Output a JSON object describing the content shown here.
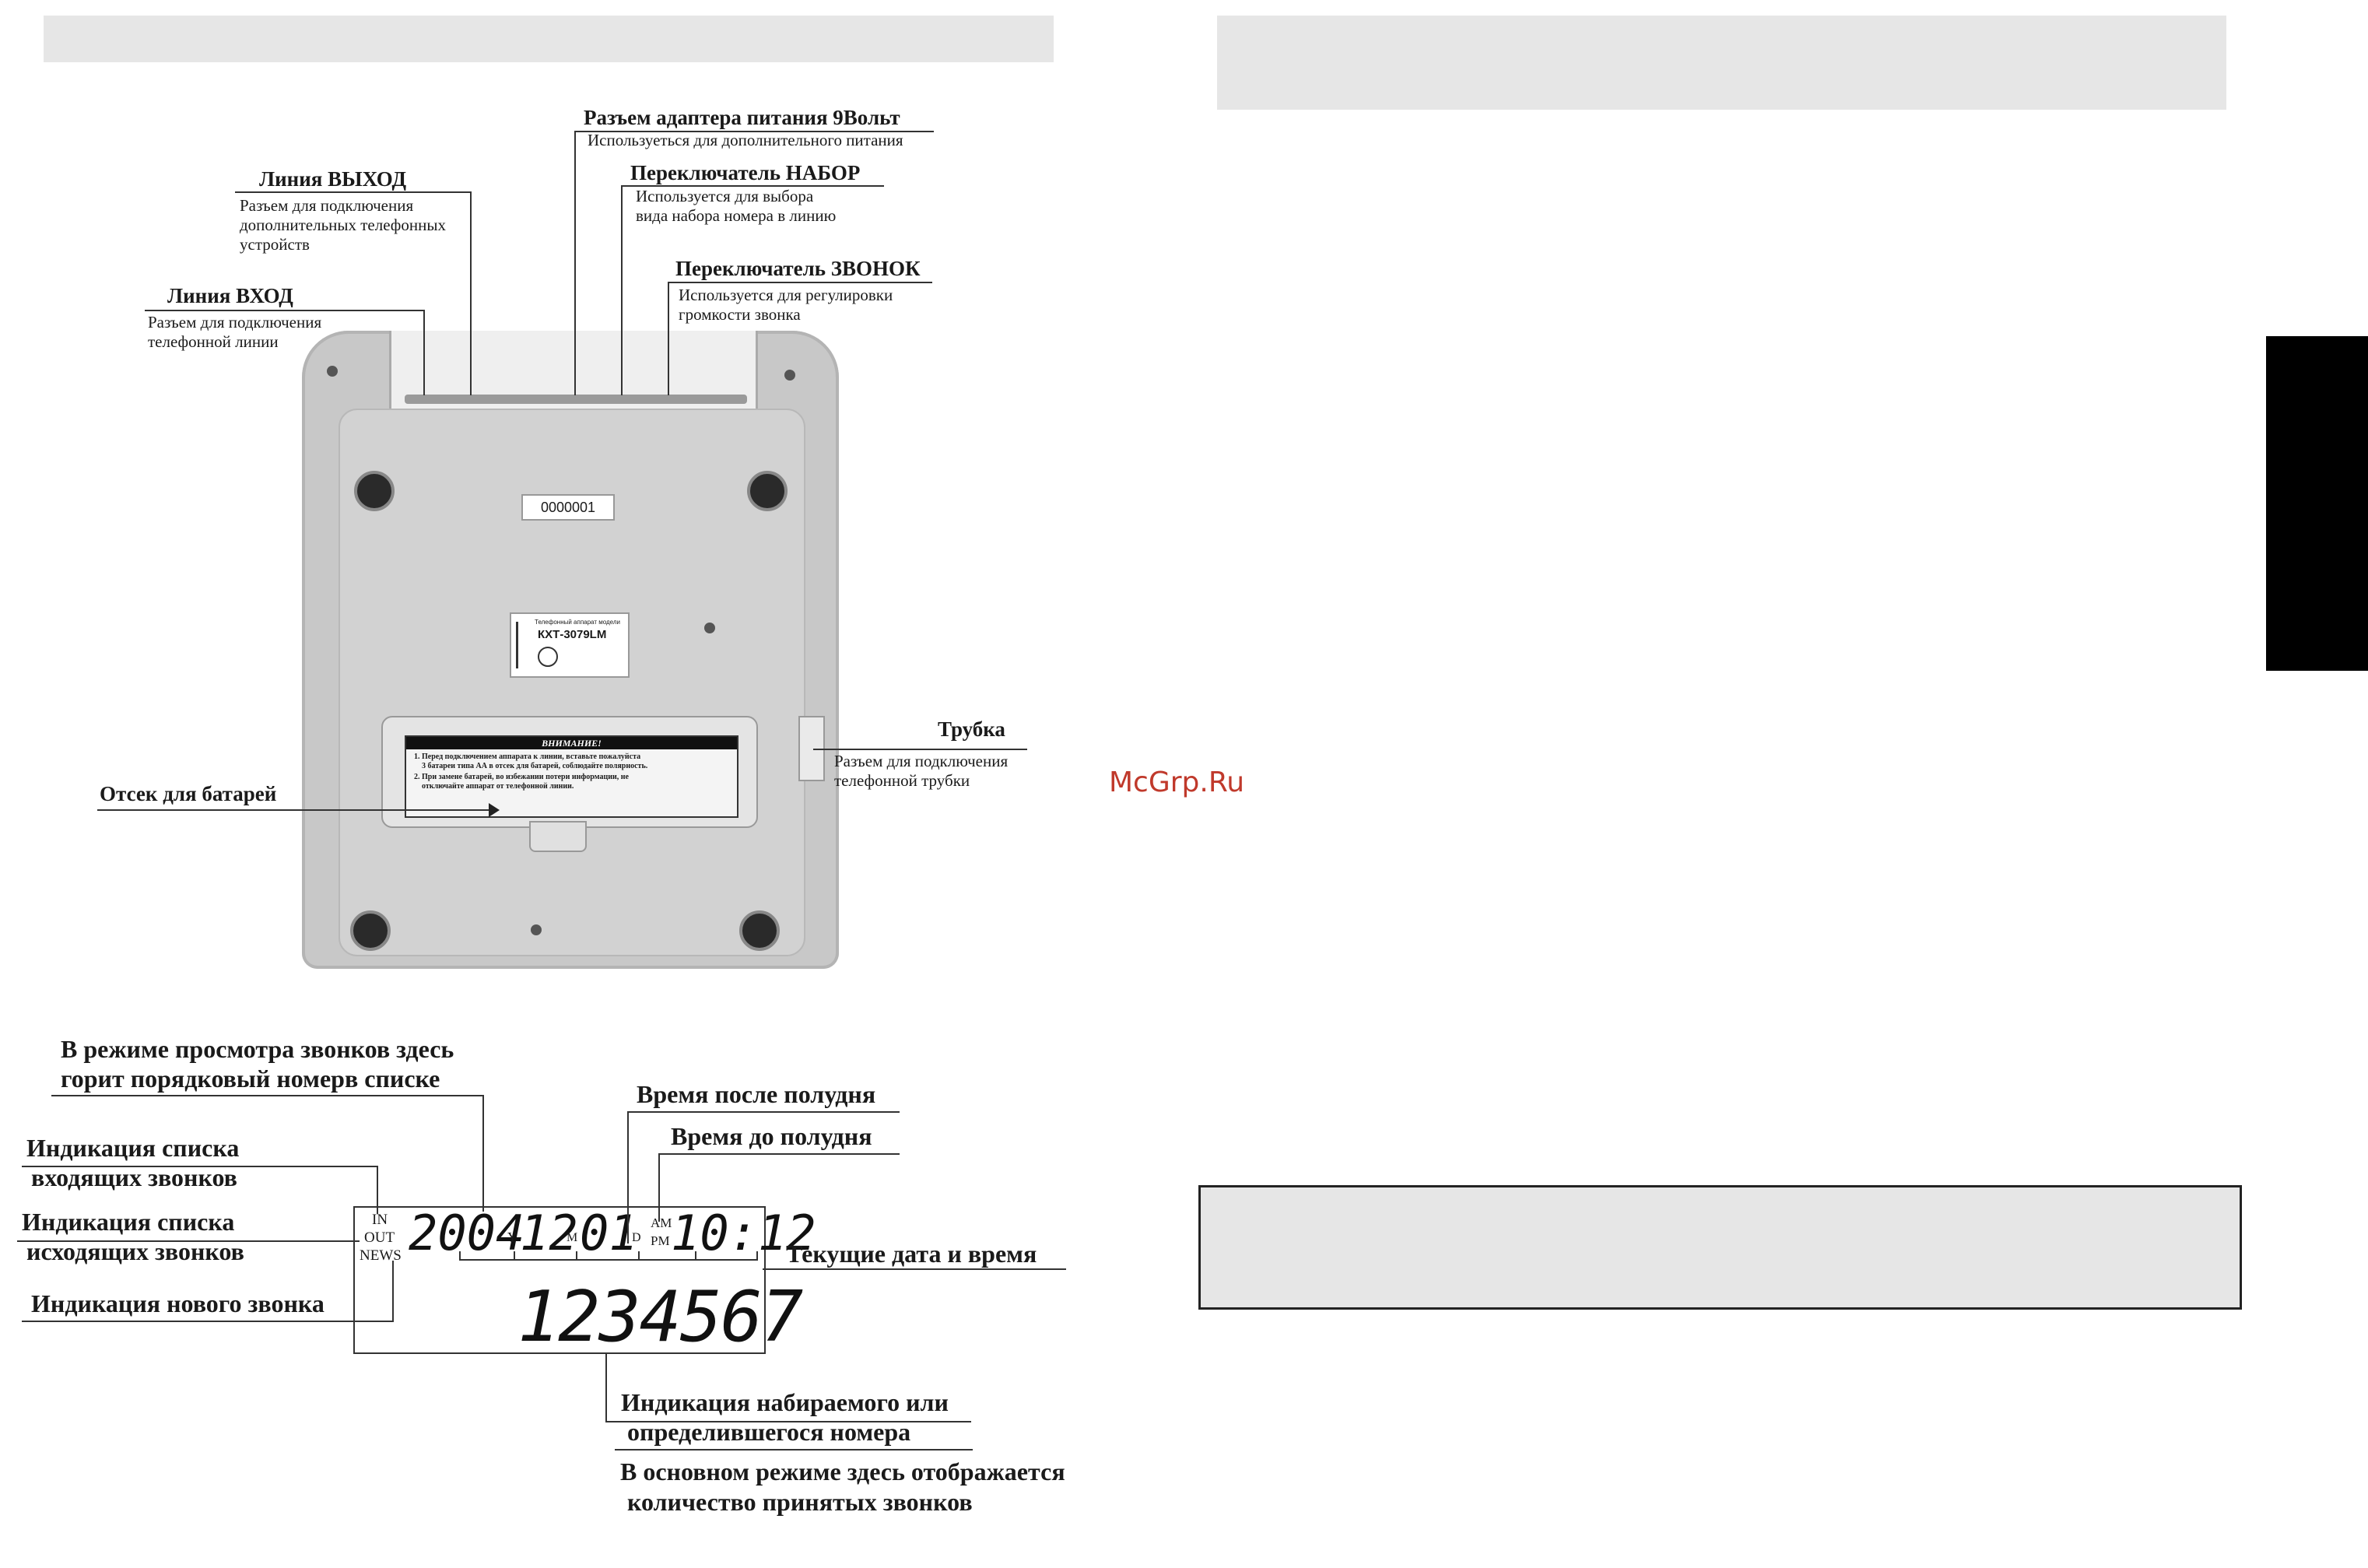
{
  "watermark": "McGrp.Ru",
  "phone": {
    "serial_label": "0000001",
    "sticker": {
      "line1": "Телефонный аппарат модели",
      "model": "КХТ-3079LM"
    },
    "warning": {
      "title": "ВНИМАНИЕ!",
      "item1": "1. Перед подключением аппарата к линии, вставьте пожалуйста\n    3 батареи типа АА в отсек для батарей, соблюдайте полярность.",
      "item2": "2. При замене батарей, во избежании потери информации, не\n    отключайте аппарат от телефонной линии."
    }
  },
  "callouts": {
    "line_out": {
      "title": "Линия ВЫХОД",
      "desc": "Разъем для подключения\nдополнительных телефонных\nустройств"
    },
    "line_in": {
      "title": "Линия ВХОД",
      "desc": "Разъем для подключения\nтелефонной линии"
    },
    "adapter": {
      "title": "Разъем адаптера питания 9Вольт",
      "desc": "Используеться для дополнительного питания"
    },
    "dial_switch": {
      "title": "Переключатель НАБОР",
      "desc": "Используется для выбора\nвида набора номера в линию"
    },
    "ring_switch": {
      "title": "Переключатель ЗВОНОК",
      "desc": "Используется для регулировки\nгромкости звонка"
    },
    "handset": {
      "title": "Трубка",
      "desc": "Разъем для подключения\nтелефонной трубки"
    },
    "battery": {
      "title": "Отсек для батарей"
    }
  },
  "display": {
    "year": "2004",
    "y": "Y",
    "month": "12",
    "m": "M",
    "day": "01",
    "d": "D",
    "am": "AM",
    "pm": "PM",
    "time": "10:12",
    "number": "1234567",
    "in": "IN",
    "out": "OUT",
    "news": "NEWS"
  },
  "display_labels": {
    "review_line1": "В режиме просмотра звонков здесь",
    "review_line2": "горит порядковый номерв списке",
    "incoming_line1": "Индикация списка",
    "incoming_line2": "входящих звонков",
    "outgoing_line1": "Индикация списка",
    "outgoing_line2": "исходящих звонков",
    "new_call": "Индикация нового звонка",
    "pm_time": "Время после полудня",
    "am_time": "Время до полудня",
    "current_datetime": "Текущие дата и время",
    "dialed_line1": "Индикация набираемого или",
    "dialed_line2": "определившегося номера",
    "main_mode_line1": "В основном режиме здесь отображается",
    "main_mode_line2": "количество  принятых звонков"
  }
}
